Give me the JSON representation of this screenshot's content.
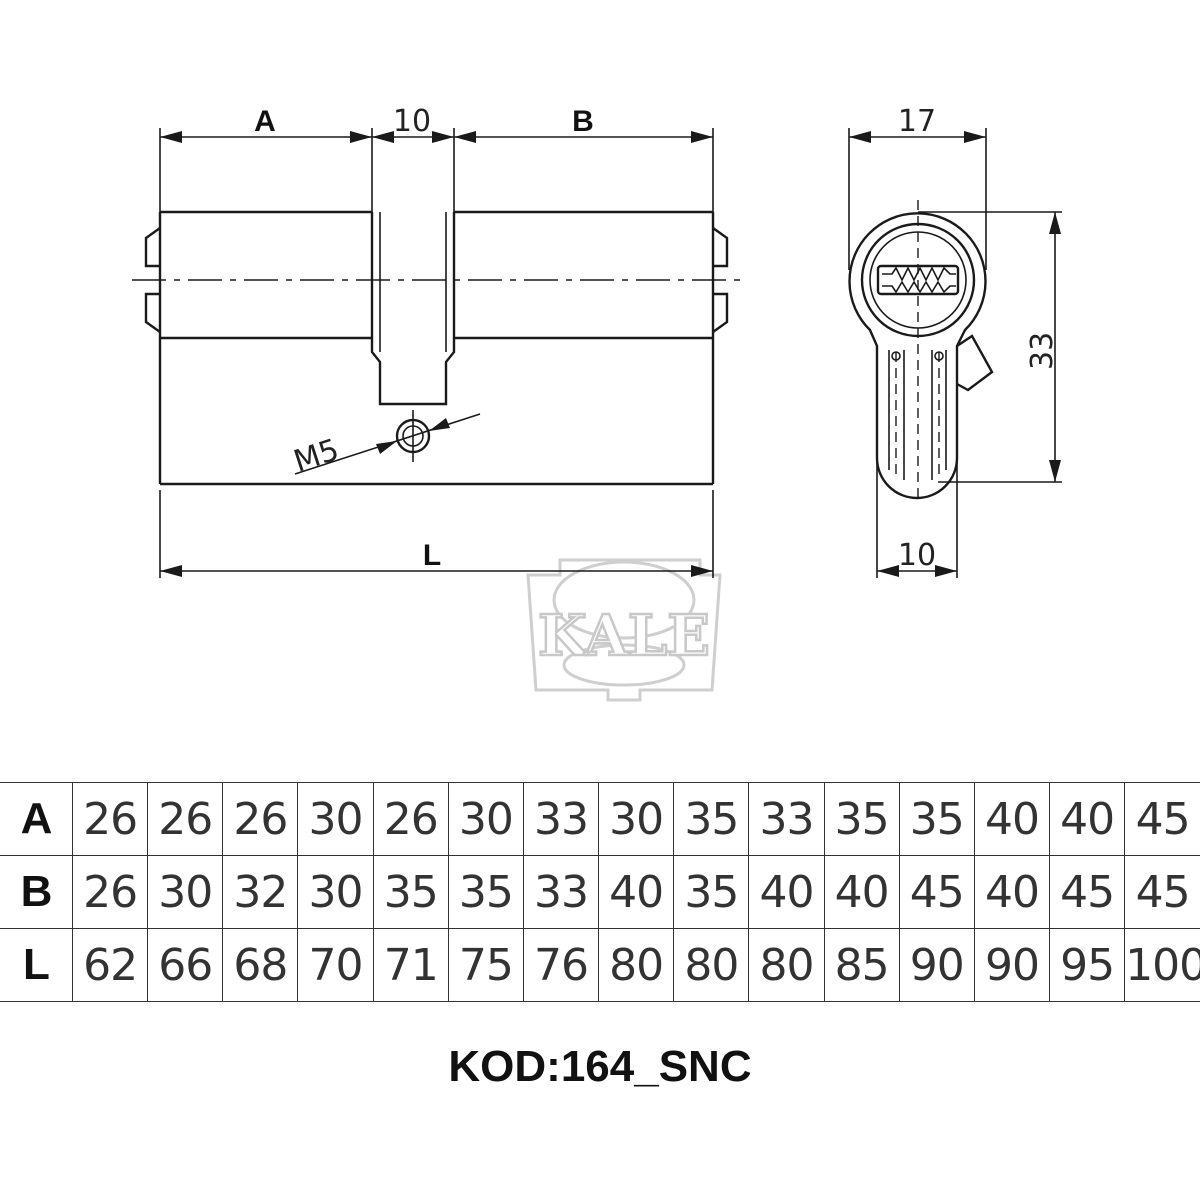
{
  "drawing": {
    "front_view": {
      "dim_a_label": "A",
      "dim_gap_label": "10",
      "dim_b_label": "B",
      "dim_length_label": "L",
      "thread_label": "M5"
    },
    "side_view": {
      "dim_width_label": "17",
      "dim_height_label": "33",
      "dim_cam_label": "10"
    },
    "watermark_text": "KALE"
  },
  "table": {
    "rows": [
      {
        "label": "A",
        "values": [
          "26",
          "26",
          "26",
          "30",
          "26",
          "30",
          "33",
          "30",
          "35",
          "33",
          "35",
          "35",
          "40",
          "40",
          "45"
        ]
      },
      {
        "label": "B",
        "values": [
          "26",
          "30",
          "32",
          "30",
          "35",
          "35",
          "33",
          "40",
          "35",
          "40",
          "40",
          "45",
          "40",
          "45",
          "45"
        ]
      },
      {
        "label": "L",
        "values": [
          "62",
          "66",
          "68",
          "70",
          "71",
          "75",
          "76",
          "80",
          "80",
          "80",
          "85",
          "90",
          "90",
          "95",
          "100"
        ]
      }
    ]
  },
  "product_code": "KOD:164_SNC"
}
